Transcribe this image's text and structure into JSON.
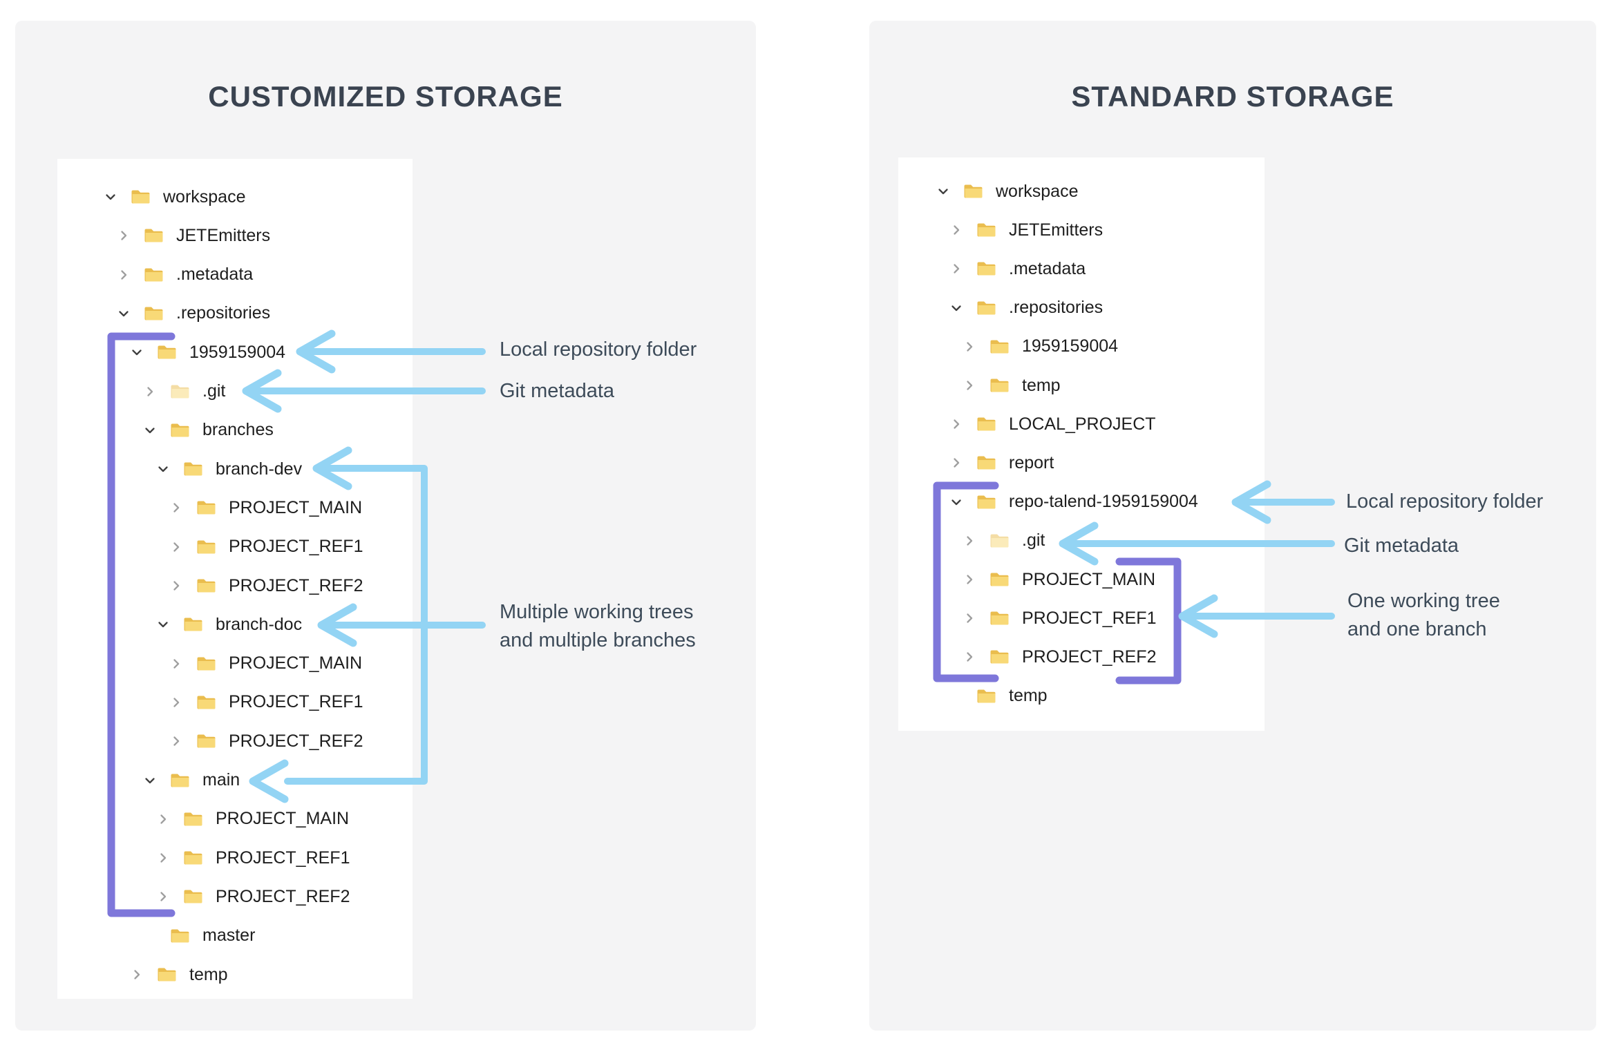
{
  "panels": {
    "left": {
      "title": "CUSTOMIZED STORAGE",
      "tree": [
        {
          "label": "workspace",
          "level": 0,
          "chevron": "expanded"
        },
        {
          "label": "JETEmitters",
          "level": 1,
          "chevron": "collapsed"
        },
        {
          "label": ".metadata",
          "level": 1,
          "chevron": "collapsed"
        },
        {
          "label": ".repositories",
          "level": 1,
          "chevron": "expanded"
        },
        {
          "label": "1959159004",
          "level": 2,
          "chevron": "expanded"
        },
        {
          "label": ".git",
          "level": 3,
          "chevron": "collapsed",
          "faded": true
        },
        {
          "label": "branches",
          "level": 3,
          "chevron": "expanded"
        },
        {
          "label": "branch-dev",
          "level": 4,
          "chevron": "expanded"
        },
        {
          "label": "PROJECT_MAIN",
          "level": 5,
          "chevron": "collapsed"
        },
        {
          "label": "PROJECT_REF1",
          "level": 5,
          "chevron": "collapsed"
        },
        {
          "label": "PROJECT_REF2",
          "level": 5,
          "chevron": "collapsed"
        },
        {
          "label": "branch-doc",
          "level": 4,
          "chevron": "expanded"
        },
        {
          "label": "PROJECT_MAIN",
          "level": 5,
          "chevron": "collapsed"
        },
        {
          "label": "PROJECT_REF1",
          "level": 5,
          "chevron": "collapsed"
        },
        {
          "label": "PROJECT_REF2",
          "level": 5,
          "chevron": "collapsed"
        },
        {
          "label": "main",
          "level": 3,
          "chevron": "expanded"
        },
        {
          "label": "PROJECT_MAIN",
          "level": 4,
          "chevron": "collapsed"
        },
        {
          "label": "PROJECT_REF1",
          "level": 4,
          "chevron": "collapsed"
        },
        {
          "label": "PROJECT_REF2",
          "level": 4,
          "chevron": "collapsed"
        },
        {
          "label": "master",
          "level": 3,
          "chevron": "none"
        },
        {
          "label": "temp",
          "level": 2,
          "chevron": "collapsed"
        }
      ]
    },
    "right": {
      "title": "STANDARD STORAGE",
      "tree": [
        {
          "label": "workspace",
          "level": 0,
          "chevron": "expanded"
        },
        {
          "label": "JETEmitters",
          "level": 1,
          "chevron": "collapsed"
        },
        {
          "label": ".metadata",
          "level": 1,
          "chevron": "collapsed"
        },
        {
          "label": ".repositories",
          "level": 1,
          "chevron": "expanded"
        },
        {
          "label": "1959159004",
          "level": 2,
          "chevron": "collapsed"
        },
        {
          "label": "temp",
          "level": 2,
          "chevron": "collapsed"
        },
        {
          "label": "LOCAL_PROJECT",
          "level": 1,
          "chevron": "collapsed"
        },
        {
          "label": "report",
          "level": 1,
          "chevron": "collapsed"
        },
        {
          "label": "repo-talend-1959159004",
          "level": 1,
          "chevron": "expanded"
        },
        {
          "label": ".git",
          "level": 2,
          "chevron": "collapsed",
          "faded": true
        },
        {
          "label": "PROJECT_MAIN",
          "level": 2,
          "chevron": "collapsed"
        },
        {
          "label": "PROJECT_REF1",
          "level": 2,
          "chevron": "collapsed"
        },
        {
          "label": "PROJECT_REF2",
          "level": 2,
          "chevron": "collapsed"
        },
        {
          "label": "temp",
          "level": 1,
          "chevron": "none"
        }
      ]
    }
  },
  "annotations": {
    "left": {
      "local_repo": "Local repository folder",
      "git_metadata": "Git metadata",
      "multi_line1": "Multiple working trees",
      "multi_line2": "and multiple branches"
    },
    "right": {
      "local_repo": "Local repository folder",
      "git_metadata": "Git metadata",
      "one_line1": "One working tree",
      "one_line2": "and one branch"
    }
  },
  "colors": {
    "arrow_blue": "#93d4f4",
    "bracket_purple": "#7e77da",
    "folder_front": "#f8d977",
    "folder_back": "#eabd4e",
    "title_color": "#3a4350",
    "annotation_color": "#3d4b59",
    "panel_bg": "#f4f4f5",
    "tree_text": "#1e1e1e"
  }
}
